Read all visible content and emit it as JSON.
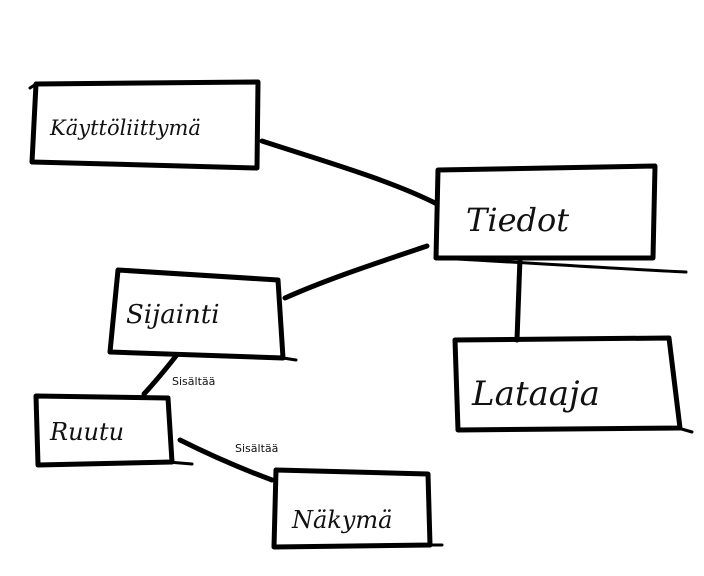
{
  "nodes": {
    "kayttoliittyma": "Käyttöliittymä",
    "tiedot": "Tiedot",
    "sijainti": "Sijainti",
    "lataaja": "Lataaja",
    "ruutu": "Ruutu",
    "nakyma": "Näkymä"
  },
  "edges": {
    "sijainti_ruutu": "Sisältää",
    "ruutu_nakyma": "Sisältää"
  },
  "colors": {
    "ink": "#000000",
    "background": "#ffffff"
  }
}
